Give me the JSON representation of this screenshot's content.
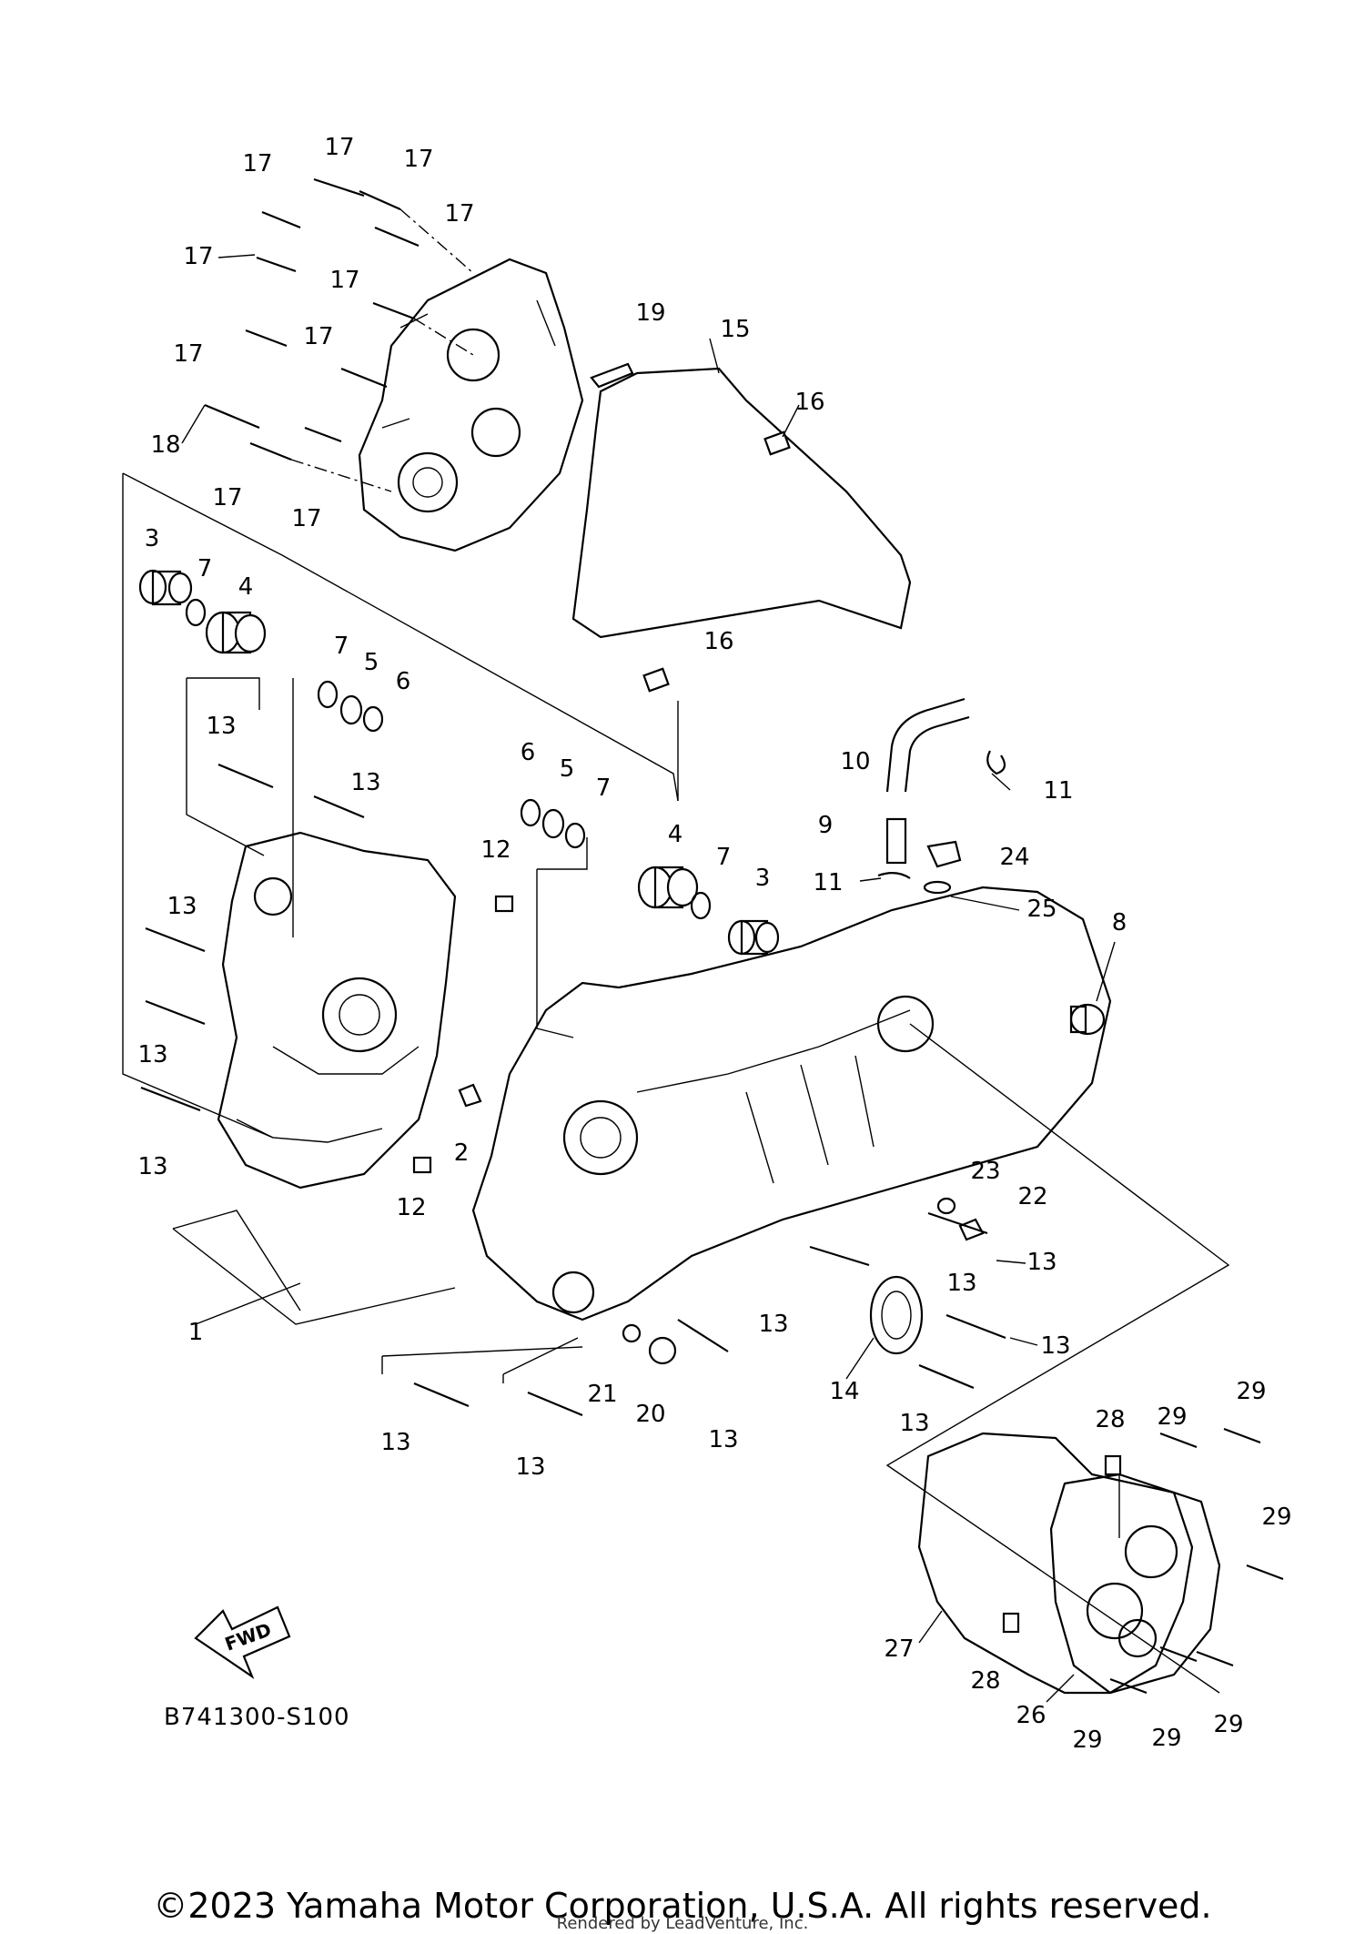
{
  "diagram": {
    "code": "B741300-S100",
    "fwd_label": "FWD",
    "copyright": "©2023 Yamaha Motor Corporation, U.S.A. All rights reserved.",
    "renderer": "Rendered by LeadVenture, Inc."
  },
  "callouts": [
    "1",
    "2",
    "3",
    "4",
    "5",
    "6",
    "7",
    "8",
    "9",
    "10",
    "11",
    "12",
    "13",
    "14",
    "15",
    "16",
    "17",
    "18",
    "19",
    "20",
    "21",
    "22",
    "23",
    "24",
    "25",
    "26",
    "27",
    "28",
    "29"
  ]
}
